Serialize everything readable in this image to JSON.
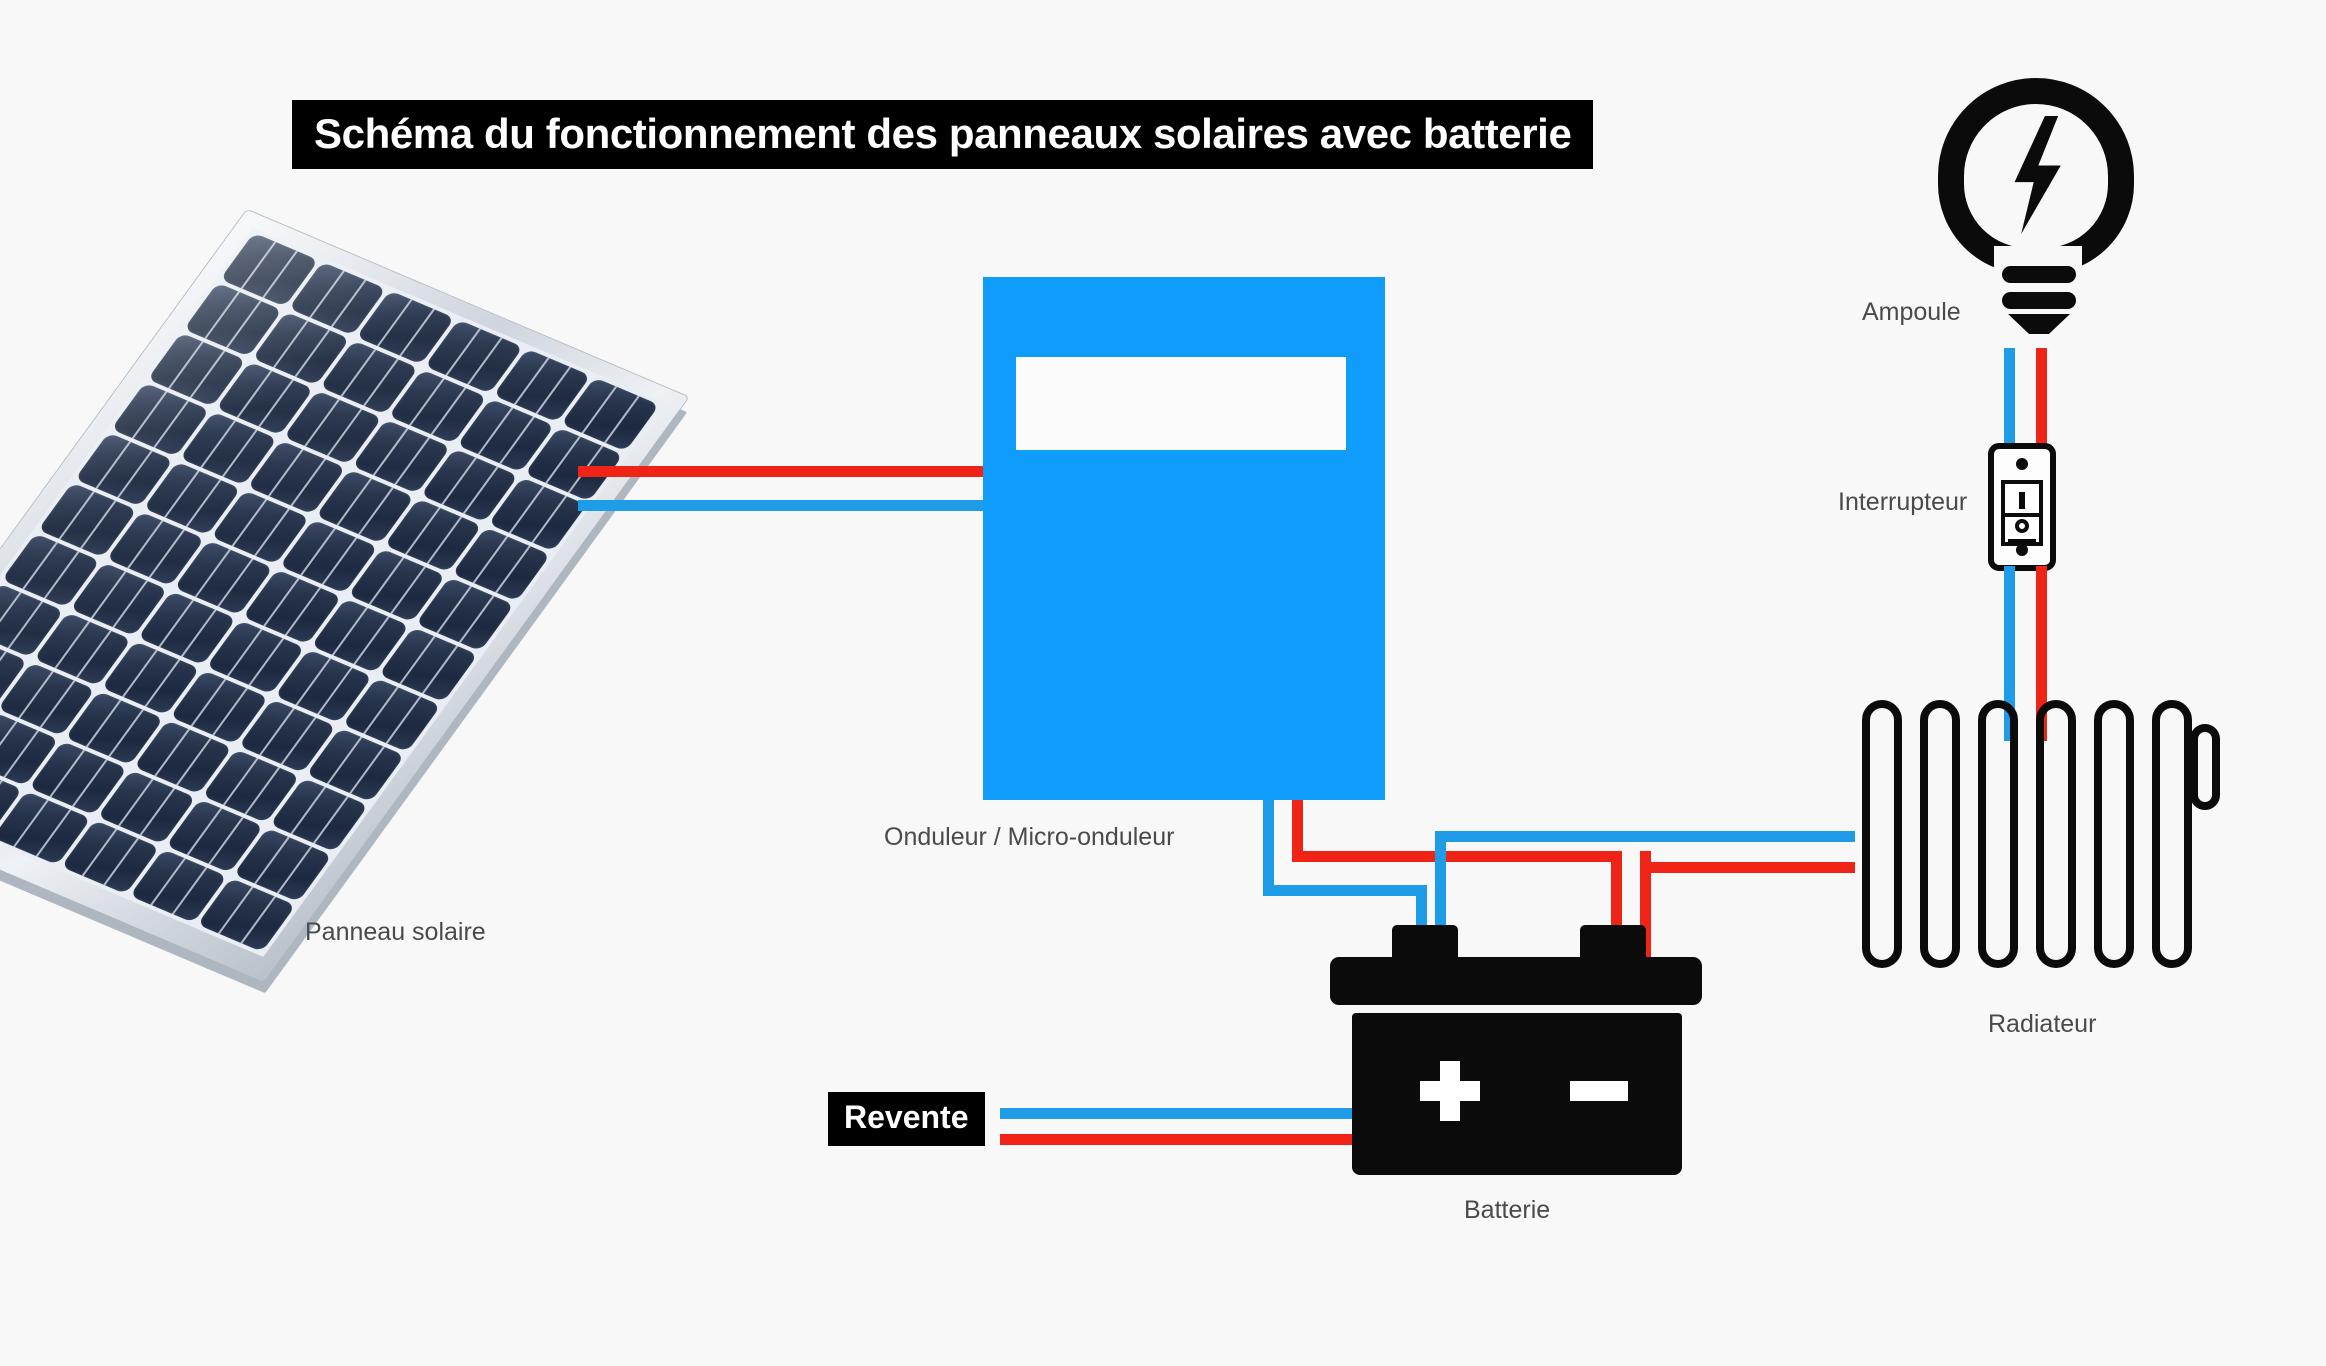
{
  "page": {
    "background_color": "#f8f8f8",
    "title": "Schéma du fonctionnement des panneaux solaires avec batterie"
  },
  "colors": {
    "accent_blue": "#109cfa",
    "wire_blue": "#1f9ce8",
    "wire_red": "#ef2316",
    "black": "#0b0b0b",
    "label_gray": "#4a4a4a",
    "panel_cell": "#27344c",
    "panel_frame": "#cdd4dd"
  },
  "labels": {
    "solar_panel": "Panneau solaire",
    "inverter": "Onduleur / Micro-onduleur",
    "battery": "Batterie",
    "bulb": "Ampoule",
    "switch": "Interrupteur",
    "radiator": "Radiateur",
    "resale": "Revente"
  },
  "components": [
    {
      "name": "solar-panel",
      "label": "Panneau solaire",
      "type": "photovoltaic-module",
      "cell_columns": 6,
      "cell_rows": 11
    },
    {
      "name": "inverter",
      "label": "Onduleur / Micro-onduleur",
      "type": "inverter",
      "color": "#109cfa"
    },
    {
      "name": "battery",
      "label": "Batterie",
      "type": "storage-battery",
      "terminals": [
        "+",
        "-"
      ]
    },
    {
      "name": "bulb",
      "label": "Ampoule",
      "type": "light-bulb"
    },
    {
      "name": "switch",
      "label": "Interrupteur",
      "type": "wall-switch",
      "states": [
        "I",
        "O"
      ]
    },
    {
      "name": "radiator",
      "label": "Radiateur",
      "type": "radiator",
      "fins": 6
    },
    {
      "name": "resale",
      "label": "Revente",
      "type": "grid-export-badge"
    }
  ],
  "battery_symbols": {
    "positive": "+",
    "negative": "-"
  },
  "switch_markings": {
    "on": "I",
    "off": "O"
  },
  "wiring": {
    "positive_color": "#ef2316",
    "negative_color": "#1f9ce8",
    "connections": [
      "Panneau solaire -> Onduleur / Micro-onduleur",
      "Onduleur / Micro-onduleur -> Batterie",
      "Onduleur / Micro-onduleur -> Radiateur",
      "Batterie -> Radiateur",
      "Batterie -> Revente",
      "Ampoule -> Interrupteur -> Radiateur"
    ]
  }
}
